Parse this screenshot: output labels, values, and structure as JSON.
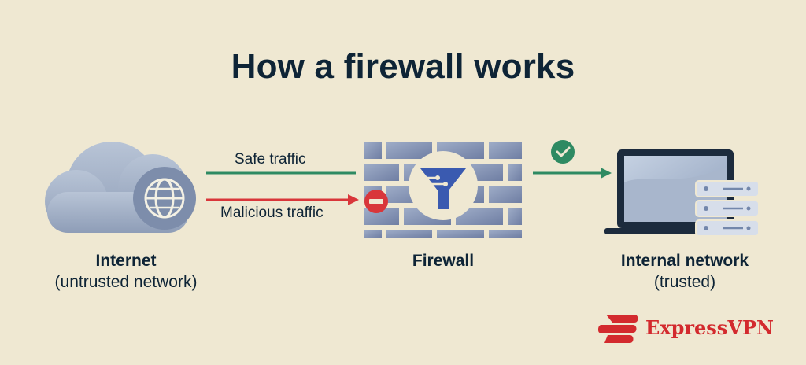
{
  "title": "How a firewall works",
  "nodes": {
    "internet": {
      "title": "Internet",
      "subtitle": "(untrusted network)"
    },
    "firewall": {
      "title": "Firewall"
    },
    "internal": {
      "title": "Internal network",
      "subtitle": "(trusted)"
    }
  },
  "edges": {
    "safe": {
      "label": "Safe traffic",
      "color": "#2e8a62"
    },
    "malicious": {
      "label": "Malicious traffic",
      "color": "#d9363a"
    }
  },
  "brand": {
    "name": "ExpressVPN",
    "color": "#d32a2e"
  },
  "colors": {
    "background": "#efe8d2",
    "cloud": "#a7b5c9",
    "brick": "#8d9bbb",
    "filter": "#3a5ab0",
    "laptop": "#1c2b3d",
    "check": "#2e8a62",
    "block": "#d9363a"
  }
}
